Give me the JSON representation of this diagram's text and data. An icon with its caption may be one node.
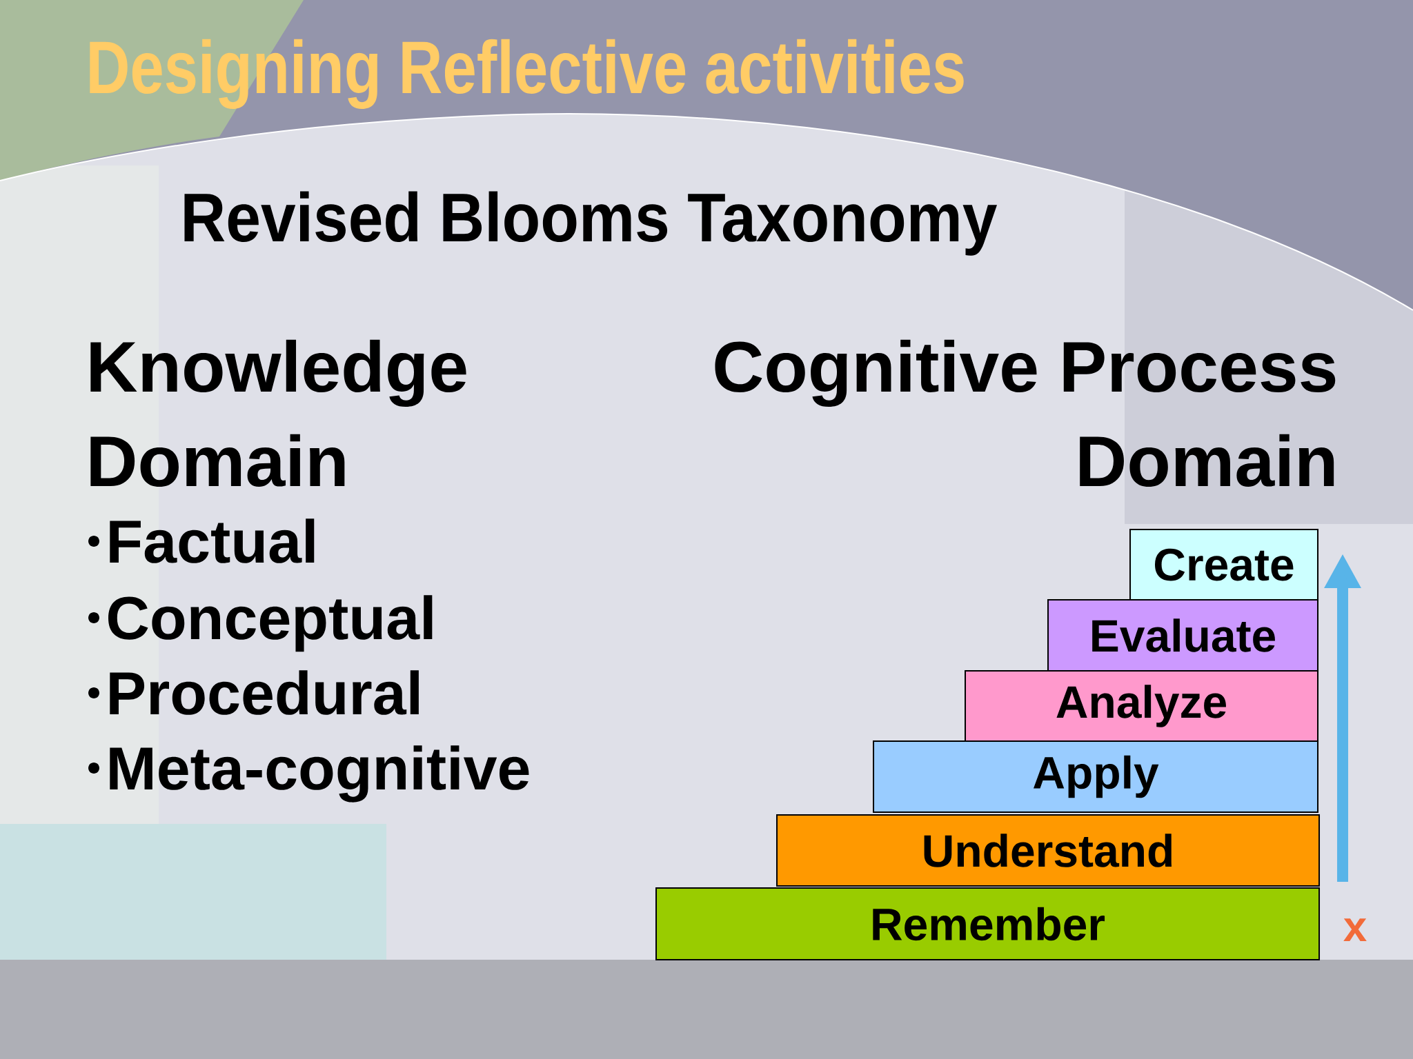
{
  "diagram": {
    "title": "Designing Reflective activities",
    "nodes": [
      {
        "text": [
          "Create"
        ]
      },
      {
        "text": [
          "Evaluate"
        ]
      },
      {
        "text": [
          "Analyze"
        ]
      },
      {
        "text": [
          "Apply"
        ]
      },
      {
        "text": [
          "Understand"
        ]
      },
      {
        "text": [
          "Remember"
        ]
      }
    ],
    "labels": [
      "Revised Blooms Taxonomy",
      "Knowledge Domain",
      "Cognitive Process Domain",
      "Factual",
      "Conceptual",
      "Procedural",
      "Meta-cognitive",
      "x"
    ]
  }
}
